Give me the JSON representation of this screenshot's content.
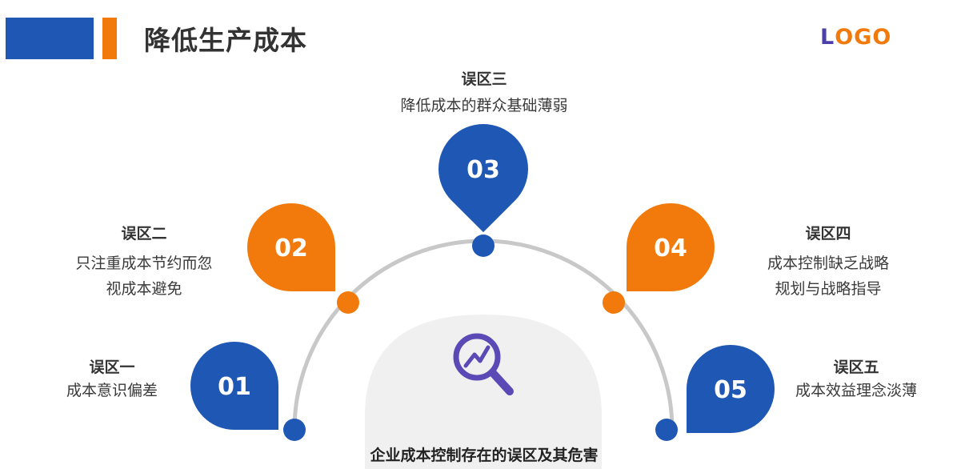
{
  "header": {
    "title": "降低生产成本",
    "logo_letters": [
      "L",
      "O",
      "G",
      "O"
    ],
    "logo_colors": [
      "#4B3FA8",
      "#F27A0C",
      "#F27A0C",
      "#F27A0C"
    ]
  },
  "colors": {
    "blue": "#1F57B4",
    "orange": "#F27A0C",
    "arc": "#C8C8C8",
    "icon_purple": "#5B49B6"
  },
  "center": {
    "icon": "magnifier-chart-icon",
    "caption": "企业成本控制存在的误区及其危害"
  },
  "items": [
    {
      "number": "01",
      "title": "误区一",
      "desc": [
        "成本意识偏差"
      ],
      "color": "blue"
    },
    {
      "number": "02",
      "title": "误区二",
      "desc": [
        "只注重成本节约而忽",
        "视成本避免"
      ],
      "color": "orange"
    },
    {
      "number": "03",
      "title": "误区三",
      "desc": [
        "降低成本的群众基础薄弱"
      ],
      "color": "blue"
    },
    {
      "number": "04",
      "title": "误区四",
      "desc": [
        "成本控制缺乏战略",
        "规划与战略指导"
      ],
      "color": "orange"
    },
    {
      "number": "05",
      "title": "误区五",
      "desc": [
        "成本效益理念淡薄"
      ],
      "color": "blue"
    }
  ]
}
